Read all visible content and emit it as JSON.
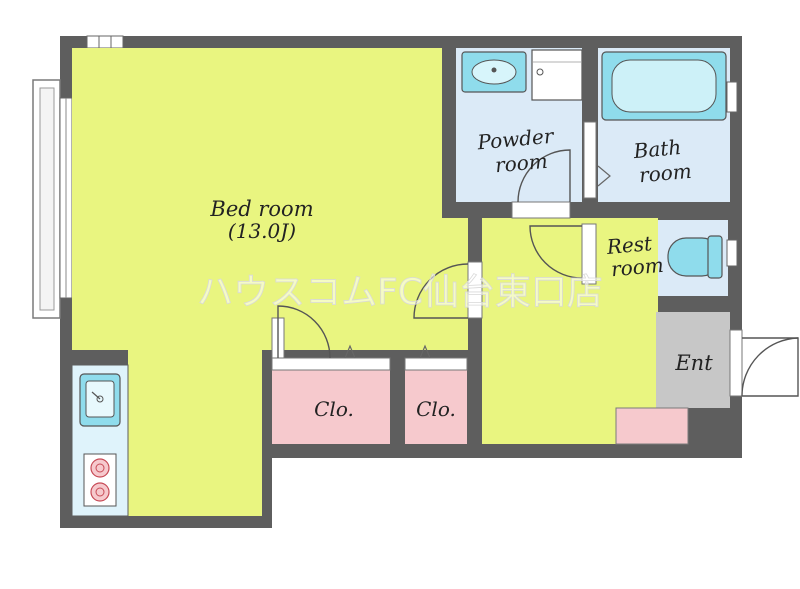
{
  "rooms": {
    "bedroom": {
      "name": "Bed room",
      "size": "(13.0J)"
    },
    "powder": {
      "line1": "Powder",
      "line2": "room"
    },
    "bath": {
      "line1": "Bath",
      "line2": "room"
    },
    "rest": {
      "line1": "Rest",
      "line2": "room"
    },
    "closet_left": "Clo.",
    "closet_right": "Clo.",
    "entrance": "Ent"
  },
  "watermark": "ハウスコムFC仙台東口店",
  "colors": {
    "wall": "#5e5e5e",
    "bedroom": "#e9f580",
    "wet_rooms": "#dbeaf7",
    "closet": "#f6c9cd",
    "entrance": "#c7c7c7",
    "fixture": "#8fdcec"
  }
}
